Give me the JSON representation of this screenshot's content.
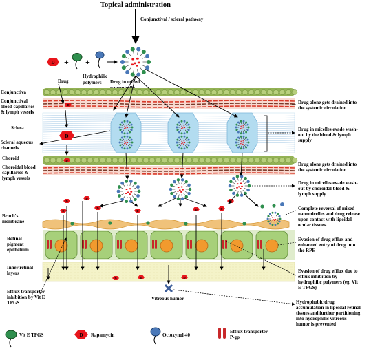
{
  "title": "Topical administration",
  "pathway": "Conjunctival / scleral pathway",
  "top_labels": {
    "drug": "Drug",
    "hydrophilic_polymers": [
      "Hydrophilic",
      "polymers"
    ],
    "drug_in_micelle": [
      "Drug in mixed",
      "nanomicelle"
    ],
    "drug_symbol": "D"
  },
  "layers_left": {
    "conjunctiva": "Conjunctiva",
    "conj_capillaries": [
      "Conjunctival",
      "blood capillaries",
      "& lymph vessels"
    ],
    "sclera": "Sclera",
    "scleral_channels": [
      "Scleral aqueous",
      "channels"
    ],
    "choroid": "Choroid",
    "choroidal_capillaries": [
      "Choroidal blood",
      "capillaries &",
      "lymph vessels"
    ],
    "bruchs": [
      "Bruch's",
      "membrane"
    ],
    "rpe": [
      "Retinal",
      "pigment",
      "epithelium"
    ],
    "inner_retina": [
      "Inner retinal",
      "layers"
    ],
    "efflux_vit_e": [
      "Efflux transporter",
      "inhibition by Vit E",
      "TPGS"
    ],
    "vitreous": "Vitreous humor"
  },
  "notes_right": {
    "n1": [
      "Drug alone gets drained into",
      "the systemic circulation"
    ],
    "n2": [
      "Drug  in micelles evade wash-",
      "out by the blood & lymph",
      "supply"
    ],
    "n3": [
      "Drug alone gets drained into",
      "the systemic circulation"
    ],
    "n4": [
      "Drug in micelles evade wash-",
      "out by choroidal blood &",
      "lymph supply"
    ],
    "n5": [
      "Complete reversal of mixed",
      "nanomicelles and drug release",
      "upon contact with lipoidal",
      "ocular tissues."
    ],
    "n6": [
      "Evasion of drug efflux and",
      "enhanced entry of  drug into",
      "the RPE"
    ],
    "n7": [
      "Evasion of drug efflux due to",
      "efflux inhibition by",
      "hydrophilic polymers (eg. Vit",
      "E TPGS)"
    ],
    "n8": [
      "Hydrophobic drug",
      "accumulation in lipoidal retinal",
      "tissues and further partitioning",
      "into hydrophilic vitreous",
      "humor is prevented"
    ]
  },
  "legend": {
    "vit_e": "Vit E TPGS",
    "rapamycin": "Rapamycin",
    "octoxynol": "Octoxynol-40",
    "efflux": [
      "Efflux transporter –",
      "P-gp"
    ]
  },
  "colors": {
    "drug_red": "#e8151b",
    "polymer_green": "#2f8f4e",
    "octoxynol_blue": "#4a78b8",
    "conjunctiva_green": "#93b255",
    "sclera_blue": "#b3dcf0",
    "choroid_red": "#d93a2a",
    "rpe_cell": "#a7d07a",
    "nucleus": "#f19a2e",
    "bruchs": "#f0c27a",
    "retina": "#f4f3c8",
    "efflux": "#c8282a"
  }
}
